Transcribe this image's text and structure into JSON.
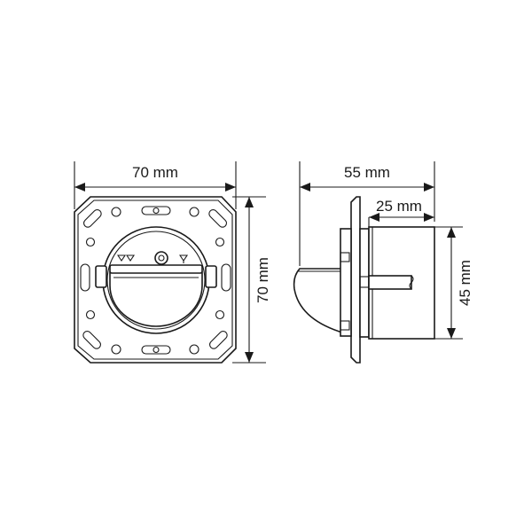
{
  "front_view": {
    "width_label": "70 mm",
    "height_label": "70 mm"
  },
  "side_view": {
    "depth_label": "55 mm",
    "housing_depth_label": "25 mm",
    "housing_height_label": "45 mm"
  }
}
